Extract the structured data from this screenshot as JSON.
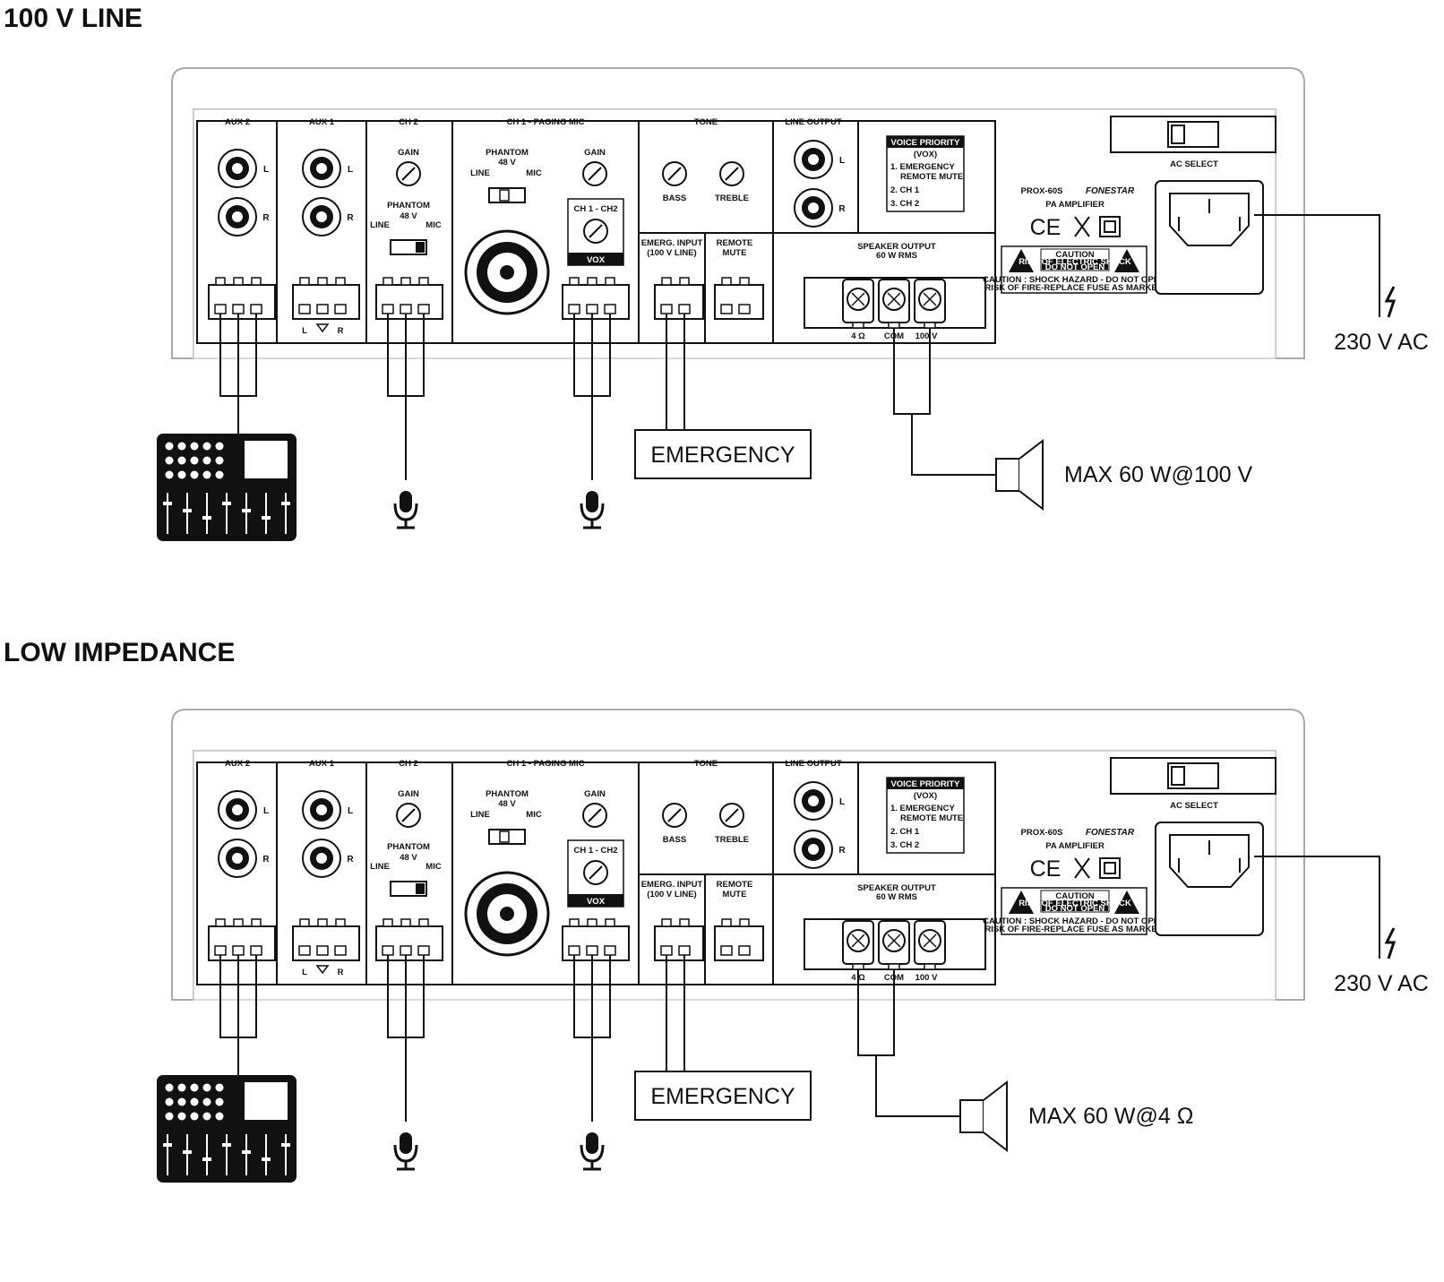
{
  "sections": [
    {
      "title": "100 V LINE",
      "emergency_label": "EMERGENCY",
      "speaker_label": "MAX 60 W@100 V",
      "power_label": "230 V AC",
      "speaker_terminal": "100v"
    },
    {
      "title": "LOW IMPEDANCE",
      "emergency_label": "EMERGENCY",
      "speaker_label": "MAX 60 W@4 Ω",
      "power_label": "230 V AC",
      "speaker_terminal": "4ohm"
    }
  ],
  "panel": {
    "aux2": "AUX 2",
    "aux1": "AUX 1",
    "ch2": "CH 2",
    "ch1": "CH 1 - PAGING MIC",
    "tone": "TONE",
    "line_output": "LINE OUTPUT",
    "gain": "GAIN",
    "phantom": "PHANTOM",
    "v48": "48 V",
    "line": "LINE",
    "mic": "MIC",
    "ch1ch2": "CH 1 - CH2",
    "vox": "VOX",
    "bass": "BASS",
    "treble": "TREBLE",
    "emerg_input_1": "EMERG. INPUT",
    "emerg_input_2": "(100 V LINE)",
    "remote_mute_1": "REMOTE",
    "remote_mute_2": "MUTE",
    "voice_priority": "VOICE PRIORITY",
    "vox_paren": "(VOX)",
    "vp1": "1. EMERGENCY",
    "vp1b": "REMOTE MUTE",
    "vp2": "2. CH 1",
    "vp3": "3. CH 2",
    "speaker_output_1": "SPEAKER OUTPUT",
    "speaker_output_2": "60 W RMS",
    "term_4ohm": "4 Ω",
    "term_com": "COM",
    "term_100v": "100 V",
    "model": "PROX-60S",
    "brand": "FONESTAR",
    "product": "PA AMPLIFIER",
    "ce": "CE",
    "caution": "CAUTION",
    "risk": "RISK OF ELECTRIC SHOCK",
    "do_not_open": "DO NOT OPEN",
    "caution_text_1": "CAUTION : SHOCK HAZARD - DO NOT OPEN",
    "caution_text_2": "RISK OF FIRE-REPLACE FUSE AS MARKED",
    "ac_select": "AC SELECT",
    "L": "L",
    "R": "R",
    "plus": "+",
    "minus": "−"
  }
}
